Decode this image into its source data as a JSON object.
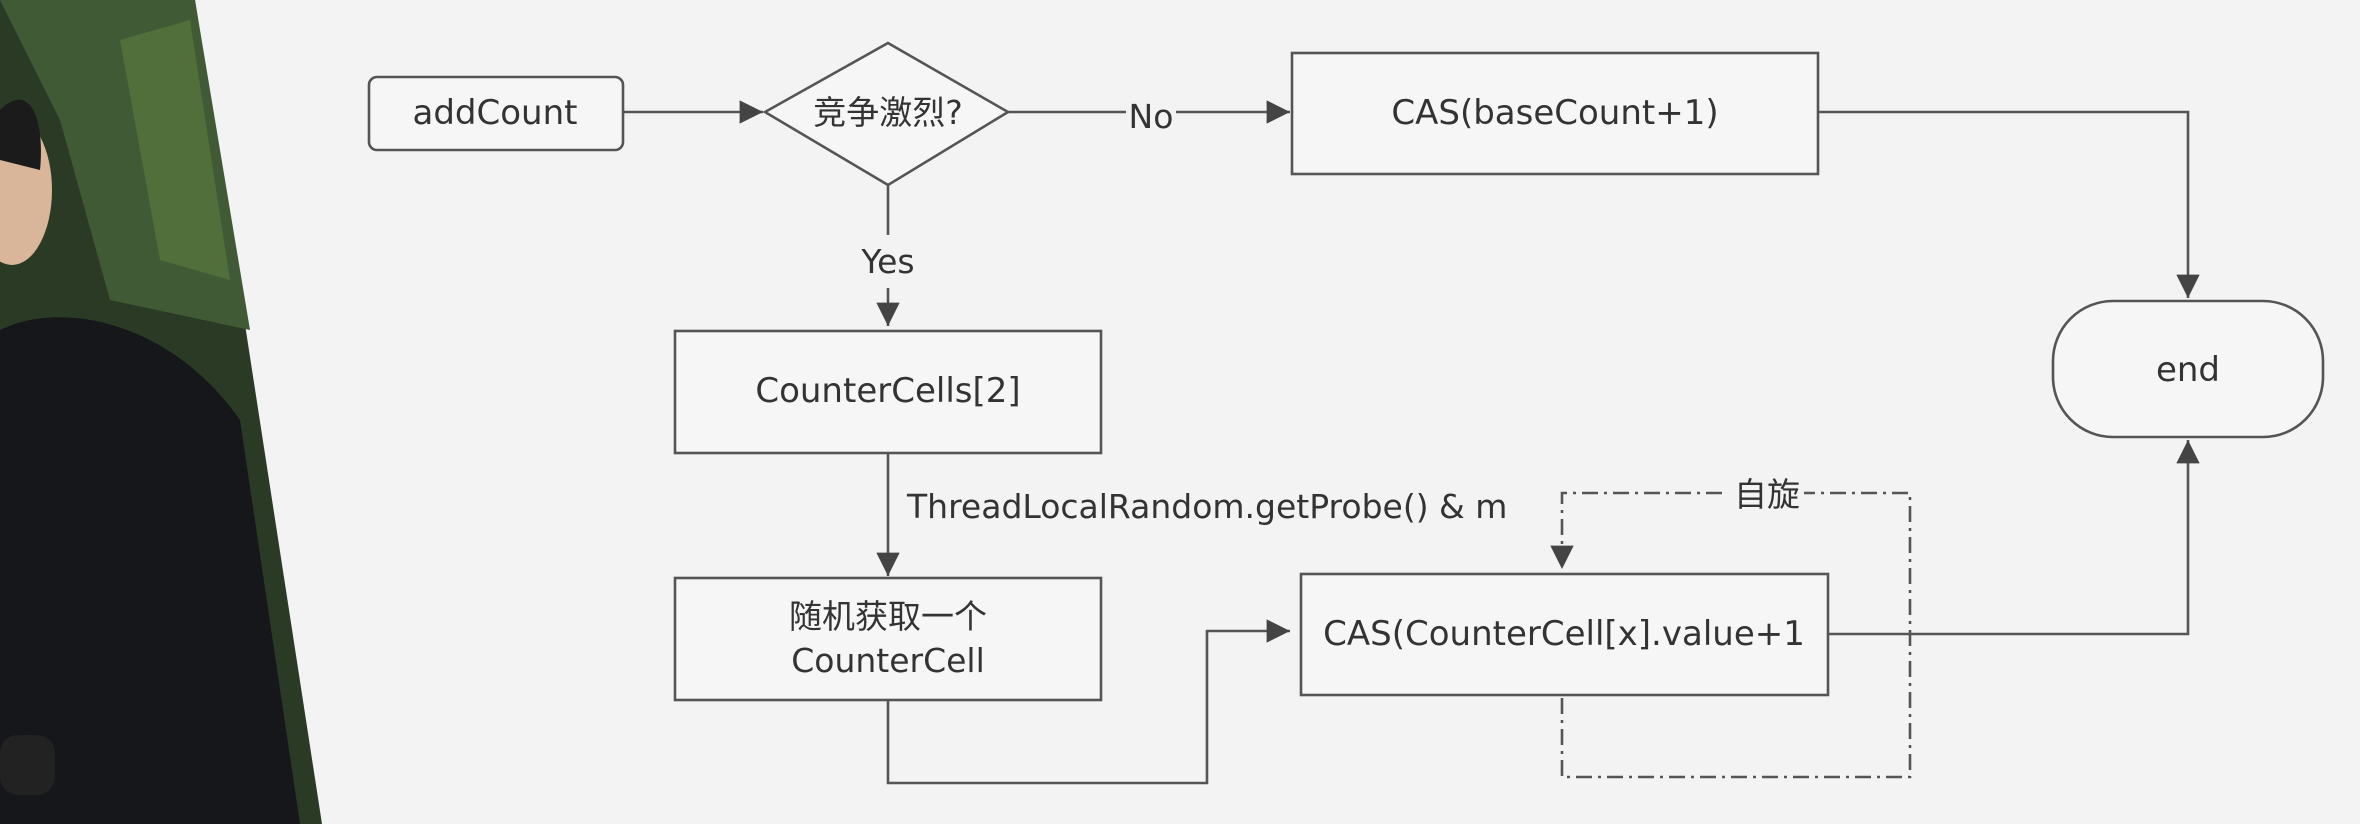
{
  "diagram": {
    "nodes": {
      "add_count": "addCount",
      "decision": "竞争激烈?",
      "cas_base": "CAS(baseCount+1)",
      "end": "end",
      "counter_cells": "CounterCells[2]",
      "random_line1": "随机获取一个",
      "random_line2": "CounterCell",
      "cas_cell": "CAS(CounterCell[x].value+1"
    },
    "edges": {
      "no": "No",
      "yes": "Yes",
      "probe": "ThreadLocalRandom.getProbe() & m",
      "spin": "自旋"
    }
  }
}
